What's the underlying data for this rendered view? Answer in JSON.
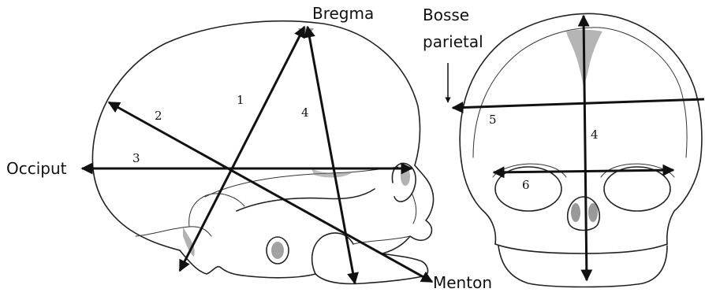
{
  "labels": {
    "bregma": "Bregma",
    "bosse_line1": "Bosse",
    "bosse_line2": "parietal",
    "occiput": "Occiput",
    "menton": "Menton"
  },
  "diameters": [
    {
      "id": "1",
      "label": "1"
    },
    {
      "id": "2",
      "label": "2"
    },
    {
      "id": "3",
      "label": "3"
    },
    {
      "id": "4-lateral",
      "label": "4"
    },
    {
      "id": "4-frontal",
      "label": "4"
    },
    {
      "id": "5",
      "label": "5"
    },
    {
      "id": "6",
      "label": "6"
    }
  ],
  "colors": {
    "ink": "#111111",
    "background": "#ffffff"
  }
}
